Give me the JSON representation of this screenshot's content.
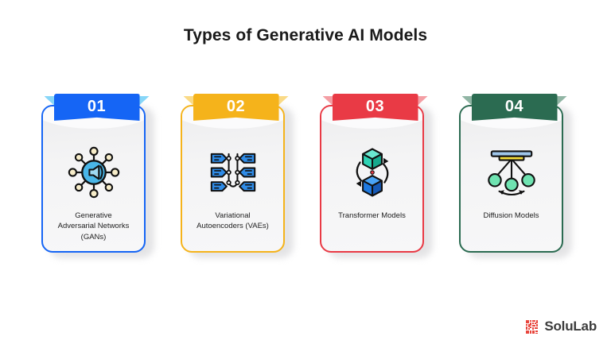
{
  "page": {
    "title": "Types of Generative AI Models",
    "background_color": "#ffffff"
  },
  "cards": [
    {
      "number": "01",
      "accent_color": "#1565f5",
      "ribbon_tail_color": "#5fc8f5",
      "icon_name": "gan-network-megaphone-icon",
      "label_lines": [
        "Generative",
        "Adversarial Networks",
        "(GANs)"
      ],
      "label": "Generative Adversarial Networks (GANs)"
    },
    {
      "number": "02",
      "accent_color": "#f5b31b",
      "ribbon_tail_color": "#f8cd5e",
      "icon_name": "variational-autoencoder-icon",
      "label_lines": [
        "Variational",
        "Autoencoders (VAEs)"
      ],
      "label": "Variational Autoencoders (VAEs)"
    },
    {
      "number": "03",
      "accent_color": "#e93a45",
      "ribbon_tail_color": "#f07d85",
      "icon_name": "transformer-cubes-cycle-icon",
      "label_lines": [
        "Transformer Models"
      ],
      "label": "Transformer Models"
    },
    {
      "number": "04",
      "accent_color": "#2b6b51",
      "ribbon_tail_color": "#6b9c86",
      "icon_name": "diffusion-pendulum-icon",
      "label_lines": [
        "Diffusion Models"
      ],
      "label": "Diffusion Models"
    }
  ],
  "footer": {
    "logo_mark_name": "solulab-pixel-logo-icon",
    "logo_mark_color": "#e8453c",
    "logo_text": "SoluLab"
  }
}
